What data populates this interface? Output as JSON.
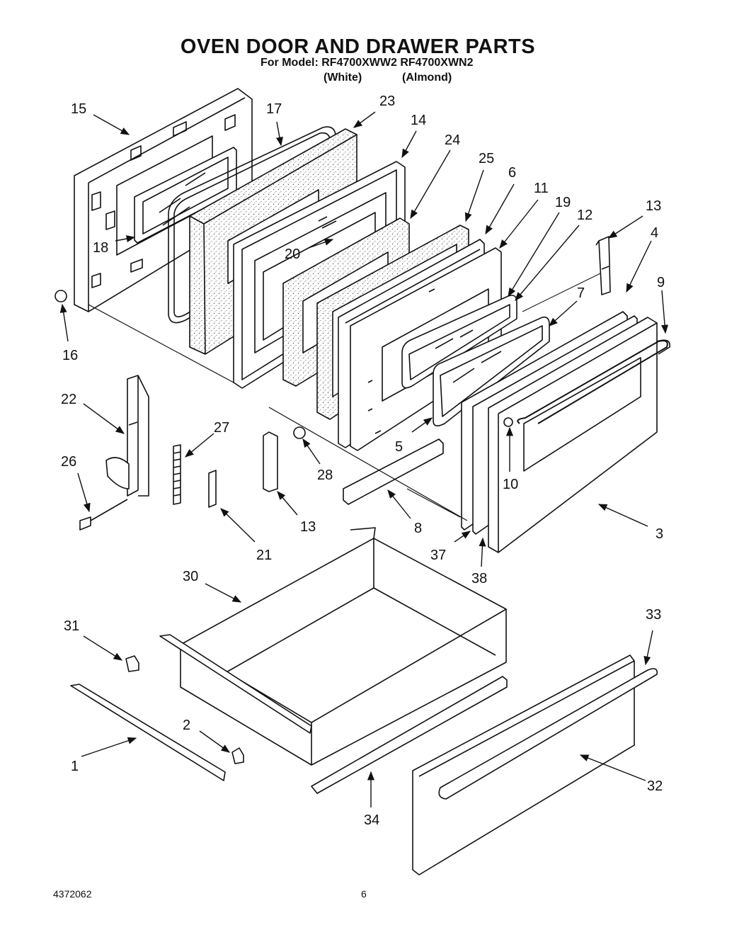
{
  "title": "OVEN DOOR AND DRAWER PARTS",
  "model_line": "For Model: RF4700XWW2 RF4700XWN2",
  "variants": {
    "white": "(White)",
    "almond": "(Almond)"
  },
  "callouts": [
    {
      "id": "c1",
      "label": "1"
    },
    {
      "id": "c2",
      "label": "2"
    },
    {
      "id": "c3",
      "label": "3"
    },
    {
      "id": "c4",
      "label": "4"
    },
    {
      "id": "c5",
      "label": "5"
    },
    {
      "id": "c6",
      "label": "6"
    },
    {
      "id": "c7",
      "label": "7"
    },
    {
      "id": "c8",
      "label": "8"
    },
    {
      "id": "c9",
      "label": "9"
    },
    {
      "id": "c10",
      "label": "10"
    },
    {
      "id": "c11",
      "label": "11"
    },
    {
      "id": "c12",
      "label": "12"
    },
    {
      "id": "c13a",
      "label": "13"
    },
    {
      "id": "c13b",
      "label": "13"
    },
    {
      "id": "c14",
      "label": "14"
    },
    {
      "id": "c15",
      "label": "15"
    },
    {
      "id": "c16",
      "label": "16"
    },
    {
      "id": "c17",
      "label": "17"
    },
    {
      "id": "c18",
      "label": "18"
    },
    {
      "id": "c19",
      "label": "19"
    },
    {
      "id": "c20",
      "label": "20"
    },
    {
      "id": "c21",
      "label": "21"
    },
    {
      "id": "c22",
      "label": "22"
    },
    {
      "id": "c23",
      "label": "23"
    },
    {
      "id": "c24",
      "label": "24"
    },
    {
      "id": "c25",
      "label": "25"
    },
    {
      "id": "c26",
      "label": "26"
    },
    {
      "id": "c27",
      "label": "27"
    },
    {
      "id": "c28",
      "label": "28"
    },
    {
      "id": "c30",
      "label": "30"
    },
    {
      "id": "c31",
      "label": "31"
    },
    {
      "id": "c32",
      "label": "32"
    },
    {
      "id": "c33",
      "label": "33"
    },
    {
      "id": "c34",
      "label": "34"
    },
    {
      "id": "c37",
      "label": "37"
    },
    {
      "id": "c38",
      "label": "38"
    }
  ],
  "footer": {
    "doc_number": "4372062",
    "page_number": "6"
  }
}
